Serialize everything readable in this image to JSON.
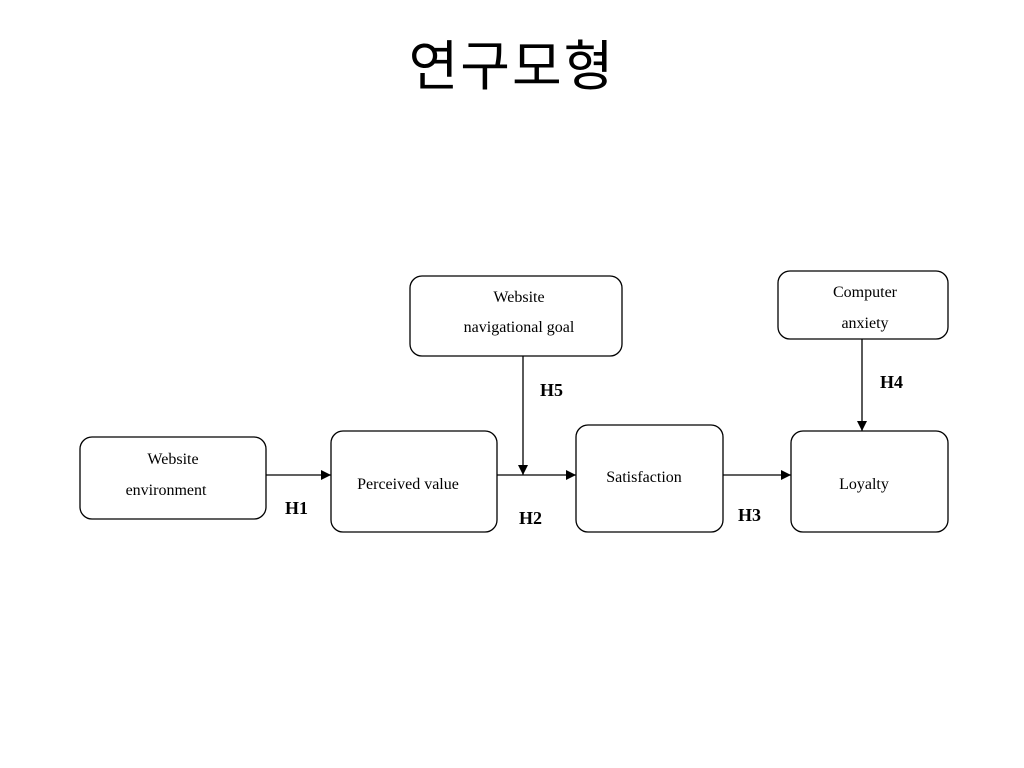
{
  "slide": {
    "title": "연구모형"
  },
  "nodes": {
    "website_environment": {
      "lines": [
        "Website",
        "environment"
      ]
    },
    "perceived_value": {
      "lines": [
        "Perceived value"
      ]
    },
    "satisfaction": {
      "lines": [
        "Satisfaction"
      ]
    },
    "loyalty": {
      "lines": [
        "Loyalty"
      ]
    },
    "navigational_goal": {
      "lines": [
        "Website",
        "navigational goal"
      ]
    },
    "computer_anxiety": {
      "lines": [
        "Computer",
        "anxiety"
      ]
    }
  },
  "hypotheses": {
    "h1": "H1",
    "h2": "H2",
    "h3": "H3",
    "h4": "H4",
    "h5": "H5"
  }
}
